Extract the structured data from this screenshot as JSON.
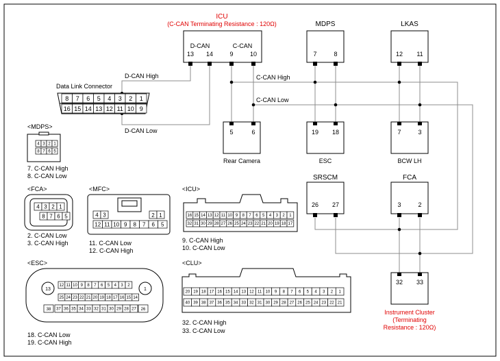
{
  "icu": {
    "title": "ICU",
    "note": "(C-CAN Terminating Resistance : 120Ω)",
    "dcan": "D-CAN",
    "ccan": "C-CAN",
    "pins": [
      "13",
      "14",
      "9",
      "10"
    ]
  },
  "mdps": {
    "title": "MDPS",
    "pins": [
      "7",
      "8"
    ]
  },
  "lkas": {
    "title": "LKAS",
    "pins": [
      "12",
      "11"
    ]
  },
  "rear_camera": {
    "title": "Rear Camera",
    "pins": [
      "5",
      "6"
    ]
  },
  "esc": {
    "title": "ESC",
    "pins": [
      "19",
      "18"
    ]
  },
  "bcw": {
    "title": "BCW LH",
    "pins": [
      "7",
      "3"
    ]
  },
  "srscm": {
    "title": "SRSCM",
    "pins": [
      "26",
      "27"
    ]
  },
  "fca": {
    "title": "FCA",
    "pins": [
      "3",
      "2"
    ]
  },
  "cluster": {
    "title": "Instrument Cluster",
    "note1": "(Terminating",
    "note2": "Resistance : 120Ω)",
    "pins": [
      "32",
      "33"
    ]
  },
  "dlc": {
    "title": "Data Link Connector",
    "top_row": [
      "8",
      "7",
      "6",
      "5",
      "4",
      "3",
      "2",
      "1"
    ],
    "bottom_row": [
      "16",
      "15",
      "14",
      "13",
      "12",
      "11",
      "10",
      "9"
    ]
  },
  "wires": {
    "dcan_high": "D-CAN High",
    "dcan_low": "D-CAN Low",
    "ccan_high": "C-CAN High",
    "ccan_low": "C-CAN Low"
  },
  "connectors": {
    "mdps": {
      "title": "<MDPS>",
      "top": [
        "4",
        "3",
        "2",
        "1"
      ],
      "bottom": [
        "8",
        "7",
        "6",
        "5"
      ],
      "legend": [
        "7. C-CAN High",
        "8. C-CAN Low"
      ]
    },
    "fca": {
      "title": "<FCA>",
      "top": [
        "4",
        "3",
        "2",
        "1"
      ],
      "bottom": [
        "8",
        "7",
        "6",
        "5"
      ],
      "legend": [
        "2. C-CAN Low",
        "3. C-CAN High"
      ]
    },
    "mfc": {
      "title": "<MFC>",
      "top": [
        "4",
        "3",
        "2",
        "1"
      ],
      "bottom": [
        "12",
        "11",
        "10",
        "9",
        "8",
        "7",
        "6",
        "5"
      ],
      "legend": [
        "11. C-CAN Low",
        "12. C-CAN High"
      ]
    },
    "icu": {
      "title": "<ICU>",
      "top": [
        "16",
        "15",
        "14",
        "13",
        "12",
        "11",
        "10",
        "9",
        "8",
        "7",
        "6",
        "5",
        "4",
        "3",
        "2",
        "1"
      ],
      "bottom": [
        "32",
        "31",
        "30",
        "29",
        "28",
        "27",
        "26",
        "25",
        "24",
        "23",
        "22",
        "21",
        "20",
        "19",
        "18",
        "17"
      ],
      "legend": [
        "9. C-CAN High",
        "10. C-CAN Low"
      ]
    },
    "esc": {
      "title": "<ESC>",
      "big_left": "13",
      "big_right": "1",
      "bottom_big": "38",
      "bottom_big_right": "26",
      "row1": [
        "12",
        "11",
        "10",
        "9",
        "8",
        "7",
        "6",
        "5",
        "4",
        "3",
        "2"
      ],
      "row2": [
        "25",
        "24",
        "23",
        "22",
        "21",
        "20",
        "19",
        "18",
        "17",
        "16",
        "15",
        "14"
      ],
      "row3": [
        "37",
        "36",
        "35",
        "34",
        "33",
        "32",
        "31",
        "30",
        "29",
        "28",
        "27"
      ],
      "legend": [
        "18. C-CAN Low",
        "19. C-CAN High"
      ]
    },
    "clu": {
      "title": "<CLU>",
      "top": [
        "20",
        "19",
        "18",
        "17",
        "16",
        "15",
        "14",
        "13",
        "12",
        "11",
        "10",
        "9",
        "8",
        "7",
        "6",
        "5",
        "4",
        "3",
        "2",
        "1"
      ],
      "bottom": [
        "40",
        "39",
        "38",
        "37",
        "36",
        "35",
        "34",
        "33",
        "32",
        "31",
        "30",
        "29",
        "28",
        "27",
        "26",
        "25",
        "24",
        "23",
        "22",
        "21"
      ],
      "legend": [
        "32. C-CAN High",
        "33. C-CAN Low"
      ]
    }
  },
  "colors": {
    "icu_label": "#e00000",
    "line": "#000000",
    "wire_gray": "#8c8c8c"
  }
}
